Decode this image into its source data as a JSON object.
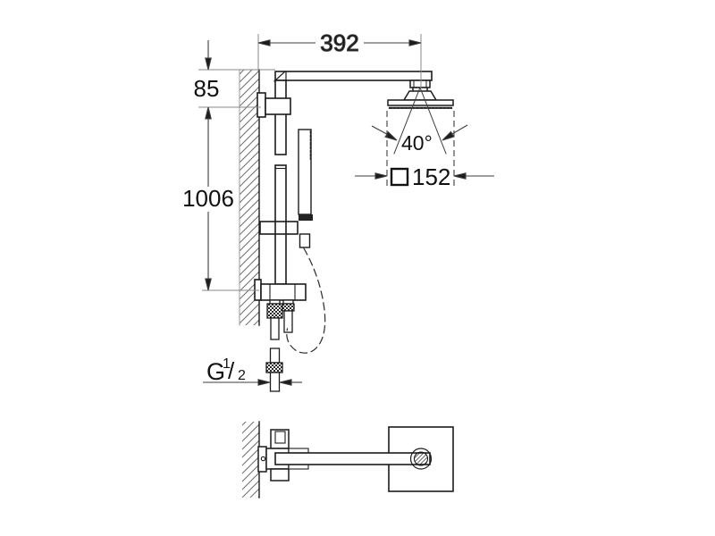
{
  "drawing": {
    "type": "technical-installation-drawing",
    "views": {
      "front_view": "shower system elevation",
      "top_view": "shower arm plan view"
    },
    "dimensions": {
      "arm_reach": "392",
      "top_offset": "85",
      "rail_height": "1006",
      "spray_angle": "40°",
      "head_size": "152",
      "thread_g": "G",
      "thread_num": "1",
      "thread_slash": "/",
      "thread_den": "2"
    },
    "colors": {
      "background": "#ffffff",
      "part_line": "#1c1c1c",
      "dimension_line": "#3d3d3d",
      "extension_line": "#8a8a8a",
      "hatch": "#6f6f6f"
    }
  }
}
